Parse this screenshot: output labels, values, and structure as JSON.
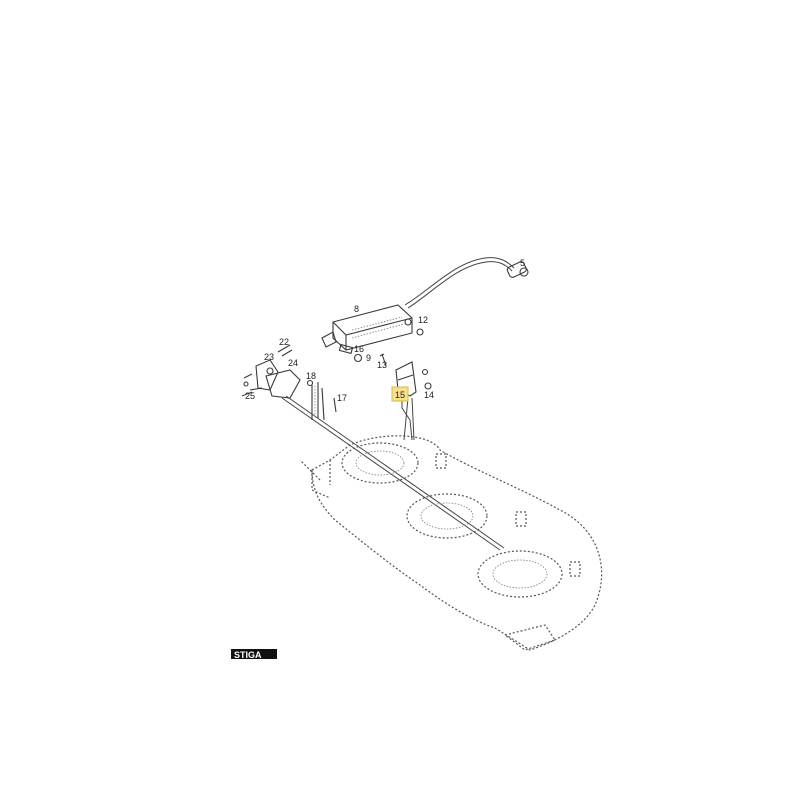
{
  "diagram": {
    "callouts": [
      {
        "id": "c5",
        "label": "5"
      },
      {
        "id": "c8",
        "label": "8"
      },
      {
        "id": "c12",
        "label": "12"
      },
      {
        "id": "c16",
        "label": "16"
      },
      {
        "id": "c9",
        "label": "9"
      },
      {
        "id": "c13",
        "label": "13"
      },
      {
        "id": "c22",
        "label": "22"
      },
      {
        "id": "c23",
        "label": "23"
      },
      {
        "id": "c24",
        "label": "24"
      },
      {
        "id": "c18",
        "label": "18"
      },
      {
        "id": "c17",
        "label": "17"
      },
      {
        "id": "c25",
        "label": "25"
      },
      {
        "id": "c14",
        "label": "14"
      },
      {
        "id": "c15",
        "label": "15"
      }
    ],
    "highlight": {
      "label": "15",
      "color": "#f7e08a",
      "border": "#d9b84a"
    },
    "logo": {
      "text": "STIGA",
      "color": "#111111"
    }
  }
}
